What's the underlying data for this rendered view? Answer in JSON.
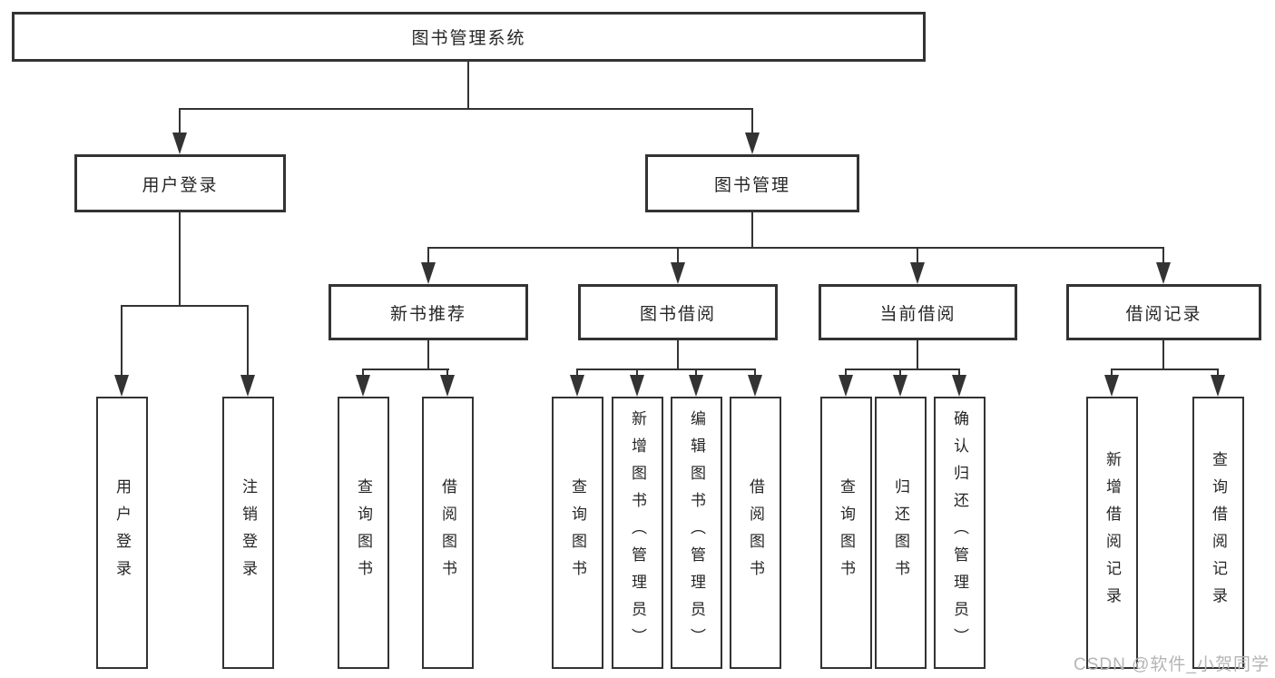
{
  "diagram_title": "图书管理系统",
  "hierarchy": {
    "label": "图书管理系统",
    "children": [
      {
        "label": "用户登录",
        "children": [
          {
            "label": "用户登录"
          },
          {
            "label": "注销登录"
          }
        ]
      },
      {
        "label": "图书管理",
        "children": [
          {
            "label": "新书推荐",
            "children": [
              {
                "label": "查询图书"
              },
              {
                "label": "借阅图书"
              }
            ]
          },
          {
            "label": "图书借阅",
            "children": [
              {
                "label": "查询图书"
              },
              {
                "label": "新增图书（管理员）"
              },
              {
                "label": "编辑图书（管理员）"
              },
              {
                "label": "借阅图书"
              }
            ]
          },
          {
            "label": "当前借阅",
            "children": [
              {
                "label": "查询图书"
              },
              {
                "label": "归还图书"
              },
              {
                "label": "确认归还（管理员）"
              }
            ]
          },
          {
            "label": "借阅记录",
            "children": [
              {
                "label": "新增借阅记录"
              },
              {
                "label": "查询借阅记录"
              }
            ]
          }
        ]
      }
    ]
  },
  "watermark": "CSDN @软件_小贺同学",
  "colors": {
    "line": "#333333",
    "box_border": "#333333",
    "text": "#262626",
    "watermark": "#b5b5b5",
    "background": "#ffffff"
  }
}
